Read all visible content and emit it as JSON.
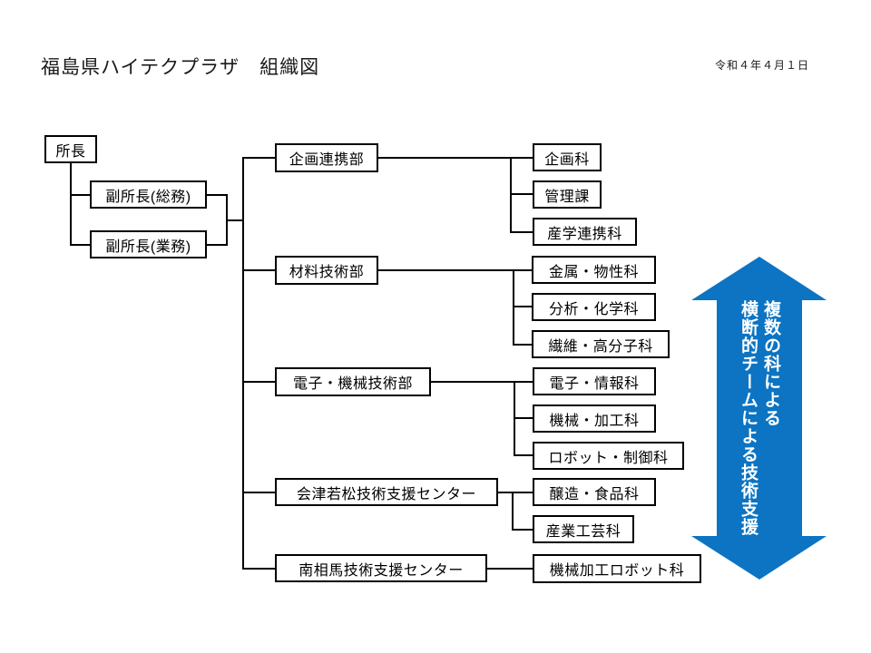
{
  "header": {
    "title": "福島県ハイテクプラザ　組織図",
    "date": "令和４年４月１日"
  },
  "org": {
    "director": "所長",
    "deputies": [
      "副所長(総務)",
      "副所長(業務)"
    ],
    "departments": [
      {
        "name": "企画連携部",
        "children": [
          "企画科",
          "管理課",
          "産学連携科"
        ]
      },
      {
        "name": "材料技術部",
        "children": [
          "金属・物性科",
          "分析・化学科",
          "繊維・高分子科"
        ]
      },
      {
        "name": "電子・機械技術部",
        "children": [
          "電子・情報科",
          "機械・加工科",
          "ロボット・制御科"
        ]
      },
      {
        "name": "会津若松技術支援センター",
        "children": [
          "醸造・食品科",
          "産業工芸科"
        ]
      },
      {
        "name": "南相馬技術支援センター",
        "children": [
          "機械加工ロボット科"
        ]
      }
    ]
  },
  "arrow": {
    "line1": "複数の科による",
    "line2": "横断的チームによる技術支援",
    "color": "#0c74c2"
  }
}
